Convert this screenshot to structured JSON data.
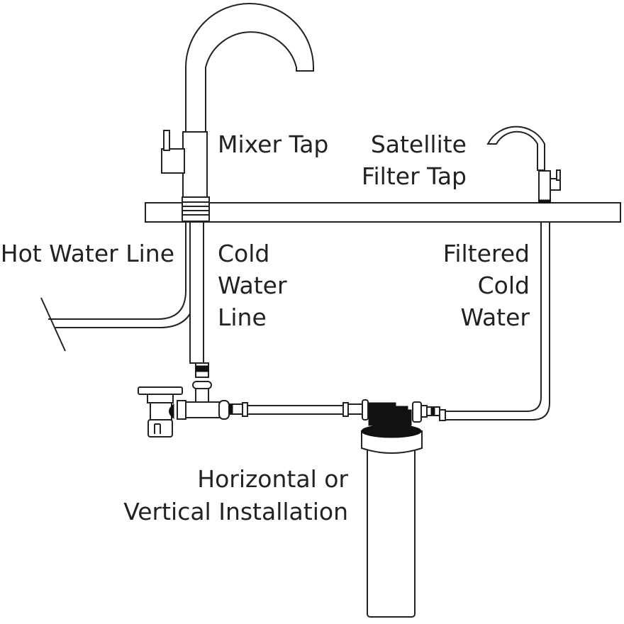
{
  "labels": {
    "mixer_tap": "Mixer Tap",
    "satellite_tap": [
      "Satellite",
      "Filter Tap"
    ],
    "hot_water_line": "Hot Water Line",
    "cold_water_line": [
      "Cold",
      "Water",
      "Line"
    ],
    "filtered_cold_water": [
      "Filtered",
      "Cold",
      "Water"
    ],
    "installation": [
      "Horizontal or",
      "Vertical Installation"
    ]
  },
  "colors": {
    "line": "#222222",
    "background": "#ffffff"
  }
}
